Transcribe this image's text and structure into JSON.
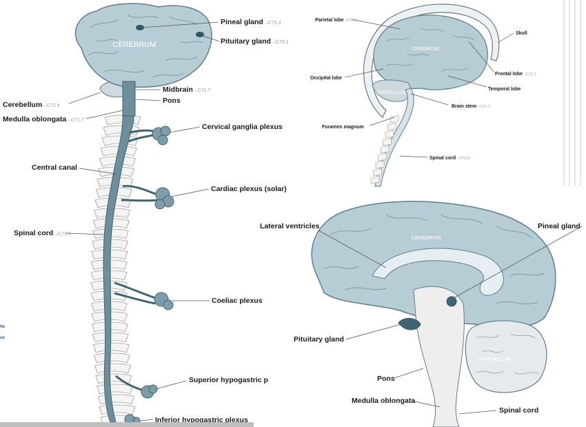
{
  "left_panel": {
    "inner_label": "CEREBRUM",
    "labels": [
      {
        "name": "Pineal gland",
        "code": "C75.3"
      },
      {
        "name": "Pituitary gland",
        "code": "C75.1"
      },
      {
        "name": "Midbrain",
        "code": "C71.7"
      },
      {
        "name": "Pons",
        "code": ""
      },
      {
        "name": "Cerebellum",
        "code": "C71.6"
      },
      {
        "name": "Medulla oblongata",
        "code": "C71.7"
      },
      {
        "name": "Cervical ganglia plexus",
        "code": ""
      },
      {
        "name": "Central canal",
        "code": ""
      },
      {
        "name": "Cardiac plexus (solar)",
        "code": ""
      },
      {
        "name": "Spinal cord",
        "code": "C72.0"
      },
      {
        "name": "Coeliac plexus",
        "code": ""
      },
      {
        "name": "Superior hypogastric p",
        "code": ""
      },
      {
        "name": "Inferior hypogastric plexus",
        "code": ""
      }
    ],
    "side_text": [
      "he",
      "us"
    ]
  },
  "top_right_panel": {
    "inner_labels": [
      "CEREBRUM",
      "CEREBELLUM"
    ],
    "labels": [
      {
        "name": "Parietal lobe",
        "code": "C71.0"
      },
      {
        "name": "Skull",
        "code": ""
      },
      {
        "name": "Frontal lobe",
        "code": "C71.1"
      },
      {
        "name": "Occipital lobe",
        "code": ""
      },
      {
        "name": "Temporal lobe",
        "code": ""
      },
      {
        "name": "Brain stem",
        "code": "C71.7"
      },
      {
        "name": "Foramen magnum",
        "code": ""
      },
      {
        "name": "Spinal cord",
        "code": "C72.0"
      }
    ]
  },
  "bottom_right_panel": {
    "inner_labels": [
      "CEREBRUM",
      "CEREBELLUM"
    ],
    "labels": [
      {
        "name": "Lateral ventricles",
        "code": ""
      },
      {
        "name": "Pineal gland",
        "code": ""
      },
      {
        "name": "Pituitary gland",
        "code": ""
      },
      {
        "name": "Pons",
        "code": ""
      },
      {
        "name": "Medulla oblongata",
        "code": ""
      },
      {
        "name": "Spinal cord",
        "code": ""
      }
    ]
  },
  "colors": {
    "brain_fill": "#b7cdd6",
    "brain_stroke": "#5f7d8a",
    "cord_fill": "#6f8e9b",
    "dark_accent": "#3f6472",
    "bone": "#f4f4f2",
    "leader": "#555555"
  }
}
